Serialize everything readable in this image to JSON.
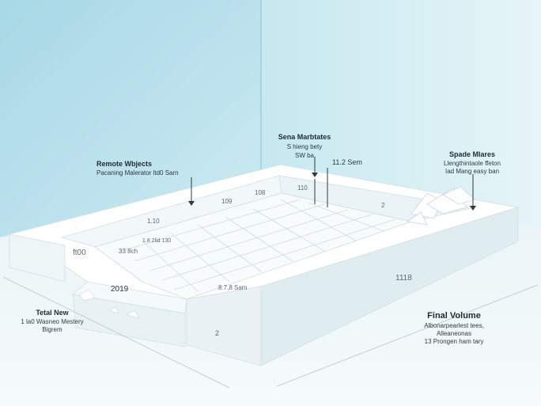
{
  "callouts": {
    "top_left": {
      "title": "Remote Wbjects",
      "lines": [
        "Pacaning Malerator ltd0 Sarn"
      ]
    },
    "top_center": {
      "title": "Sena Marbtates",
      "lines": [
        "S hieng bety",
        "SW ba"
      ]
    },
    "top_right": {
      "title": "Spade Mlares",
      "lines": [
        "Llengthintaole ffeton",
        "Iad Mang easy ban"
      ]
    },
    "bottom_left": {
      "title": "Tetal New",
      "lines": [
        "1 la0 Wasneo Mestery",
        "Bigrem"
      ]
    },
    "bottom_right": {
      "title": "Final Volume",
      "lines": [
        "Albonarpearlest tees,",
        "Alleaneonas",
        "13 Prongen ham tary"
      ]
    }
  },
  "dimensions": {
    "d_1102m": "11.2 Sem",
    "d_ft0": "ft00",
    "d_110": "1.10",
    "d_109": "109",
    "d_32eh": "33 8ch",
    "d_1250": "1.8 2lid 130",
    "d_2019": "2019",
    "d_870": "8.7,8 Sam",
    "d_1118": "1118",
    "d_2_front": "2",
    "d_2_back": "2",
    "d_tick_a": "108",
    "d_tick_b": "110"
  },
  "colors": {
    "wall_left": "#b9e1ec",
    "wall_right": "#d4eef4",
    "floor": "#eef6f8",
    "slab_top": "#ffffff",
    "slab_side": "#e4eff3",
    "grid_line": "#c9d6dc",
    "leader": "#2f3a40"
  }
}
